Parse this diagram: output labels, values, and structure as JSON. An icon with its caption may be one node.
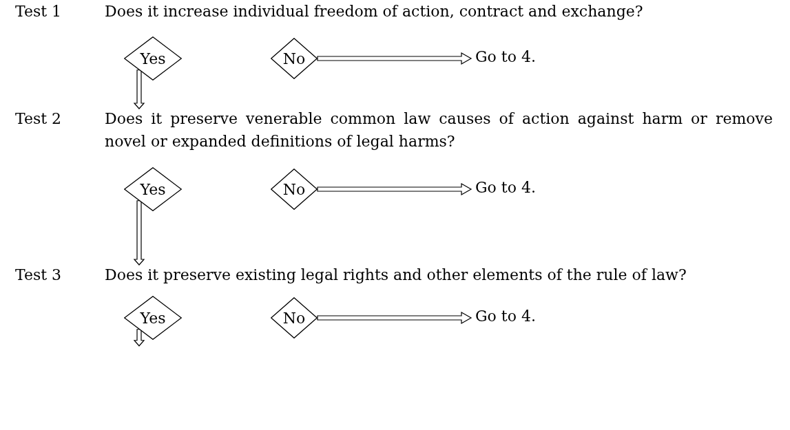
{
  "diagram": {
    "nodes": [
      {
        "text": [
          "Test 1",
          "Does it increase individual freedom of action, contract and exchange?"
        ]
      },
      {
        "text": [
          "Yes"
        ]
      },
      {
        "text": [
          "No"
        ]
      },
      {
        "text": [
          "Go to 4."
        ]
      },
      {
        "text": [
          "Test 2",
          "Does it preserve venerable common law causes of action against harm or remove novel or expanded definitions of legal harms?"
        ]
      },
      {
        "text": [
          "Yes"
        ]
      },
      {
        "text": [
          "No"
        ]
      },
      {
        "text": [
          "Go to 4."
        ]
      },
      {
        "text": [
          "Test 3",
          "Does it preserve existing legal rights and other elements of the rule of law?"
        ]
      },
      {
        "text": [
          "Yes"
        ]
      },
      {
        "text": [
          "No"
        ]
      },
      {
        "text": [
          "Go to 4."
        ]
      }
    ],
    "edges": [
      {
        "from": 2,
        "to": 3,
        "arrow": "to"
      },
      {
        "from": 1,
        "to": 4,
        "arrow": "to"
      },
      {
        "from": 6,
        "to": 7,
        "arrow": "to"
      },
      {
        "from": 5,
        "to": 8,
        "arrow": "to"
      },
      {
        "from": 10,
        "to": 11,
        "arrow": "to"
      },
      {
        "from": 9,
        "to": null,
        "arrow": "to"
      }
    ]
  }
}
